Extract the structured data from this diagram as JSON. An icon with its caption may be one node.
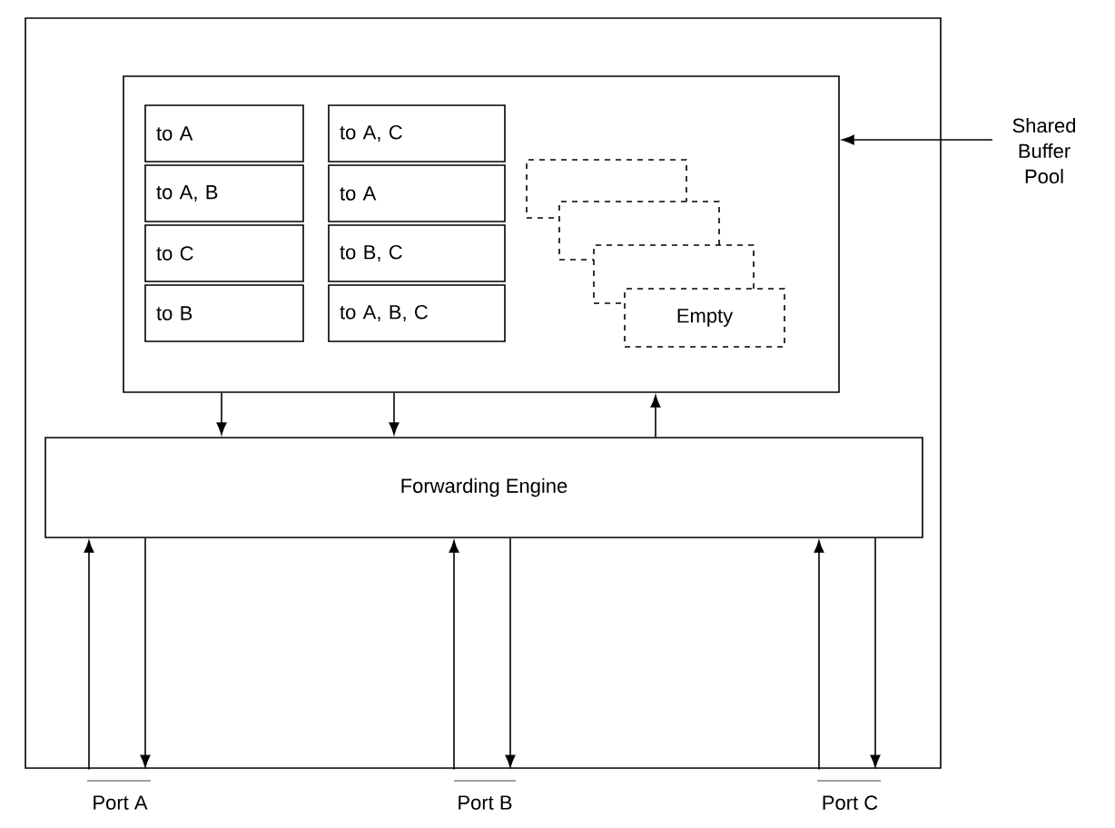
{
  "diagram": {
    "nodes": [
      {
        "text": [],
        "shape": "box"
      },
      {
        "text": [],
        "shape": "box",
        "in": 0
      },
      {
        "text": [
          "to A"
        ],
        "in": 1
      },
      {
        "text": [
          "to A, C"
        ],
        "in": 1
      },
      {
        "text": [
          "to A, B"
        ],
        "in": 1
      },
      {
        "text": [
          "to A"
        ],
        "in": 1
      },
      {
        "text": [
          "to C"
        ],
        "in": 1
      },
      {
        "text": [
          "to B, C"
        ],
        "in": 1
      },
      {
        "text": [
          "to B"
        ],
        "in": 1
      },
      {
        "text": [
          "to A, B, C"
        ],
        "in": 1
      },
      {
        "text": [],
        "shape": "box",
        "in": 1
      },
      {
        "text": [],
        "shape": "box",
        "in": 1
      },
      {
        "text": [],
        "shape": "box",
        "in": 1
      },
      {
        "text": [
          "Empty"
        ],
        "in": 1
      },
      {
        "text": [
          "Forwarding Engine"
        ],
        "in": 0
      },
      {
        "text": [
          "Shared Buffer Pool"
        ]
      },
      {
        "text": [
          "Port A"
        ]
      },
      {
        "text": [
          "Port B"
        ]
      },
      {
        "text": [
          "Port C"
        ]
      }
    ],
    "edges": [
      {
        "from": 1,
        "to": 14,
        "arrow": "to"
      },
      {
        "from": 1,
        "to": 14,
        "arrow": "to"
      },
      {
        "from": 14,
        "to": 1,
        "arrow": "to"
      },
      {
        "from": 15,
        "to": 1,
        "arrow": "to"
      },
      {
        "from": 16,
        "to": 14,
        "arrow": "to"
      },
      {
        "from": 14,
        "to": 16,
        "arrow": "to"
      },
      {
        "from": 17,
        "to": 14,
        "arrow": "to"
      },
      {
        "from": 14,
        "to": 17,
        "arrow": "to"
      },
      {
        "from": 18,
        "to": 14,
        "arrow": "to"
      },
      {
        "from": 14,
        "to": 18,
        "arrow": "to"
      }
    ]
  }
}
